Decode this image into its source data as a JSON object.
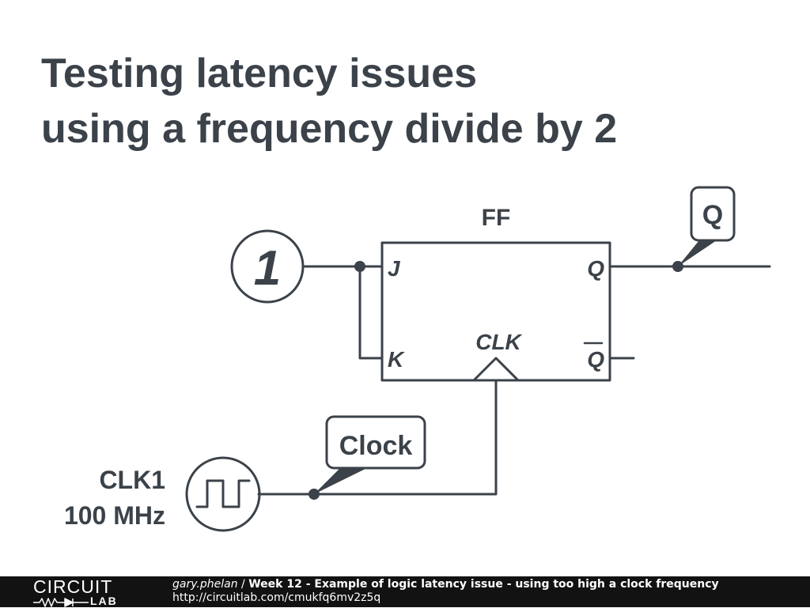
{
  "title": {
    "line1": "Testing latency issues",
    "line2": "using a frequency divide by 2"
  },
  "circuit": {
    "ff_label": "FF",
    "pin_j": "J",
    "pin_k": "K",
    "pin_clk": "CLK",
    "pin_q": "Q",
    "pin_qbar": "Q",
    "const_value": "1",
    "tag_q": "Q",
    "tag_clock": "Clock",
    "source_name": "CLK1",
    "source_freq": "100 MHz",
    "colors": {
      "wire": "#3b4249",
      "background": "#ffffff"
    }
  },
  "footer": {
    "logo_top": "CIRCUIT",
    "logo_bottom": "LAB",
    "user": "gary.phelan",
    "separator": " / ",
    "description": "Week 12 - Example of logic latency issue - using too high a clock frequency",
    "url": "http://circuitlab.com/cmukfq6mv2z5q",
    "colors": {
      "bar": "#121212",
      "text": "#ffffff"
    }
  }
}
